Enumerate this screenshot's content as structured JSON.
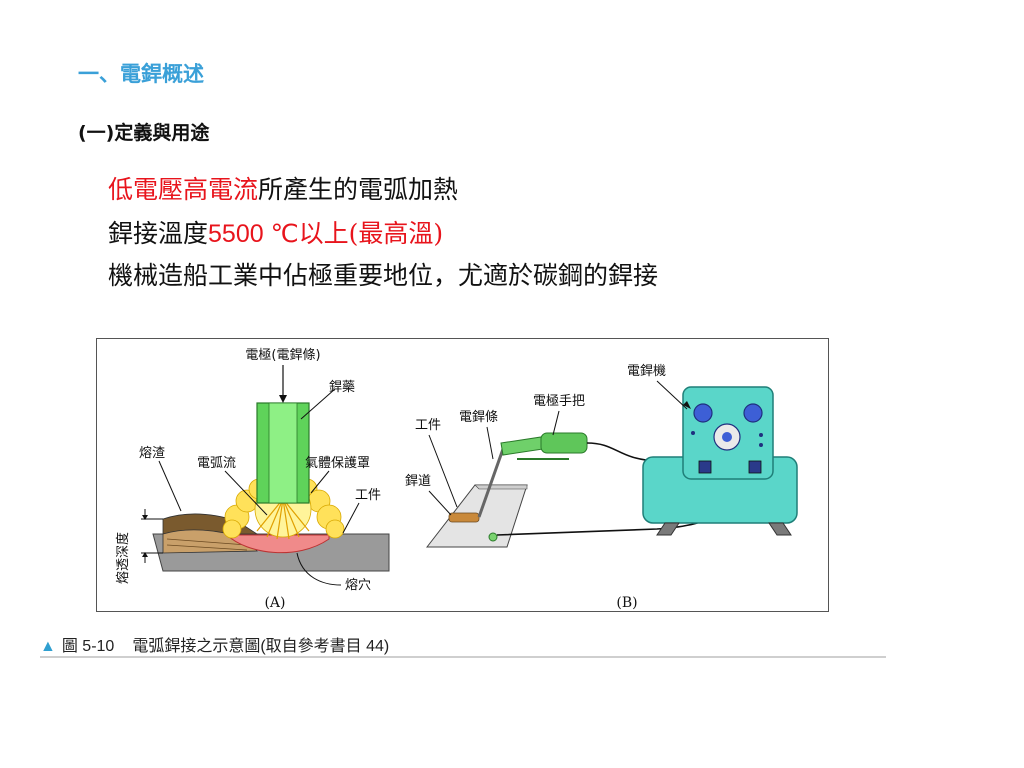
{
  "section_title": "一、電銲概述",
  "subsection_title": "(一)定義與用途",
  "bullets": {
    "line1": {
      "red": "低電壓高電流",
      "black": "所產生的電弧加熱"
    },
    "line2": {
      "black_prefix": "銲接溫度",
      "red_temp": "5500 ℃",
      "red_suffix": "以上(最高溫)"
    },
    "line3": {
      "black": "機械造船工業中佔極重要地位，尤適於碳鋼的銲接"
    }
  },
  "figure": {
    "panel_a": {
      "label": "(A)",
      "electrode": "電極(電銲條)",
      "flux": "銲藥",
      "slag": "熔渣",
      "arc_stream": "電弧流",
      "shield_gas": "氣體保護罩",
      "workpiece": "工件",
      "penetration_depth": "熔透深度",
      "molten_pool": "熔穴"
    },
    "panel_b": {
      "label": "(B)",
      "welder_machine": "電銲機",
      "electrode_holder": "電極手把",
      "workpiece": "工件",
      "electrode": "電銲條",
      "weld_bead": "銲道"
    }
  },
  "caption": {
    "number": "圖 5-10",
    "text": "電弧銲接之示意圖(取自參考書目 44)"
  },
  "colors": {
    "title_blue": "#3aa0d8",
    "accent_red": "#e8141c",
    "electrode_green": "#5fd35a",
    "machine_teal": "#5ad6c9",
    "caption_triangle": "#2f9fd0"
  }
}
